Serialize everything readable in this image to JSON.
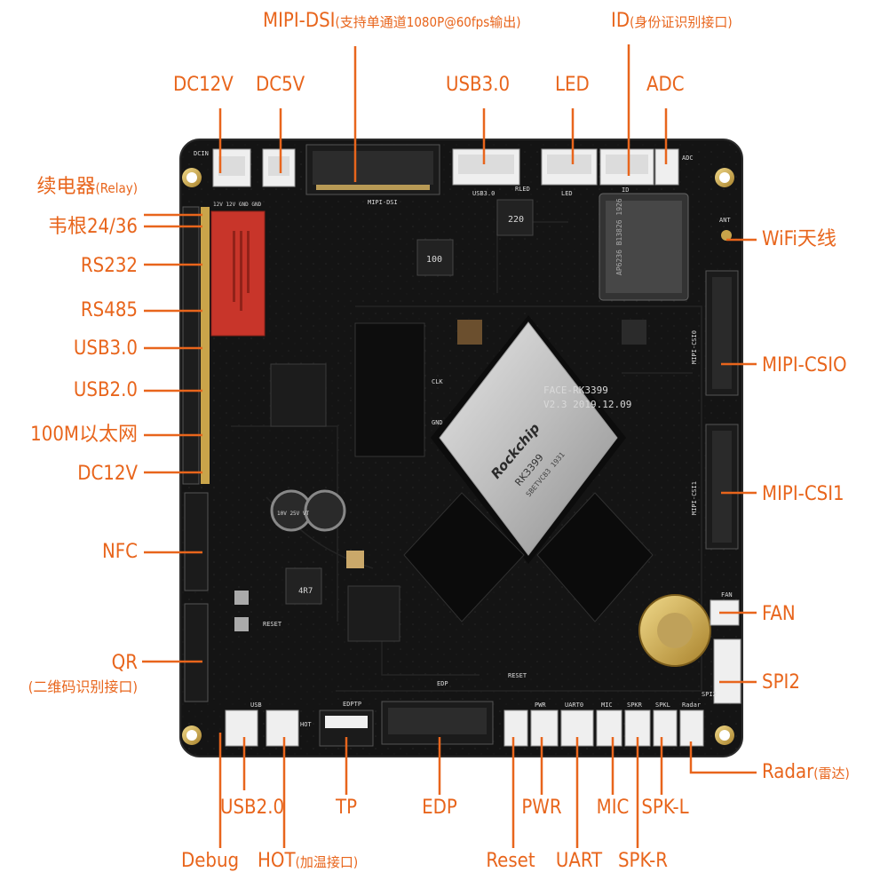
{
  "board": {
    "model": "FACE-RK3399",
    "version": "V2.3  2019.12.09",
    "chip_brand": "Rockchip",
    "chip_model": "RK3399",
    "chip_code": "SBETVC83  1931",
    "silk": {
      "dcin": "DCIN",
      "power_pins": "12V 12V GND GND",
      "mipi_dsi": "MIPI-DSI",
      "usb30": "USB3.0",
      "rled": "RLED",
      "led": "LED",
      "id": "ID",
      "adc": "ADC",
      "ant": "ANT",
      "csi0": "MIPI-CSI0",
      "csi1": "MIPI-CSI1",
      "fan": "FAN",
      "spi2": "SPI2",
      "reset": "RESET",
      "edp": "EDP",
      "edptp": "EDPTP",
      "usb20": "USB",
      "hot": "HOT",
      "pwr": "PWR",
      "uart": "UART0",
      "mic": "MIC",
      "spk_r": "SPKR",
      "spk_l": "SPKL",
      "radar": "Radar",
      "clk": "CLK",
      "gnd": "GND",
      "inductor1": "220",
      "inductor2": "100",
      "inductor3": "4R7",
      "cap": "10V 25V VT",
      "wifi": "AP6236 B13826 1926"
    }
  },
  "labels": {
    "mipi_dsi": "MIPI-DSI",
    "mipi_dsi_note": "(支持单通道1080P@60fps输出)",
    "id": "ID",
    "id_note": "(身份证识别接口)",
    "dc12v_top": "DC12V",
    "dc5v": "DC5V",
    "usb30_top": "USB3.0",
    "led": "LED",
    "adc": "ADC",
    "relay": "续电器",
    "relay_note": "(Relay)",
    "wiegand": "韦根24/36",
    "rs232": "RS232",
    "rs485": "RS485",
    "usb30_left": "USB3.0",
    "usb20_left": "USB2.0",
    "ethernet": "100M以太网",
    "dc12v_left": "DC12V",
    "wifi": "WiFi天线",
    "csi0": "MIPI-CSIO",
    "csi1": "MIPI-CSI1",
    "nfc": "NFC",
    "qr": "QR",
    "qr_note": "(二维码识别接口)",
    "fan": "FAN",
    "spi2": "SPI2",
    "radar": "Radar",
    "radar_note": "(雷达)",
    "debug": "Debug",
    "usb20_bottom": "USB2.0",
    "hot": "HOT",
    "hot_note": "(加温接口)",
    "tp": "TP",
    "edp": "EDP",
    "reset": "Reset",
    "pwr": "PWR",
    "uart": "UART",
    "mic": "MIC",
    "spk_l": "SPK-L",
    "spk_r": "SPK-R"
  },
  "colors": {
    "accent": "#e8651c",
    "pcb": "#121212",
    "chip_silver": "#c9c9c9",
    "relay_red": "#c8352a",
    "connector": "#efefef",
    "gold": "#c9a44a"
  }
}
